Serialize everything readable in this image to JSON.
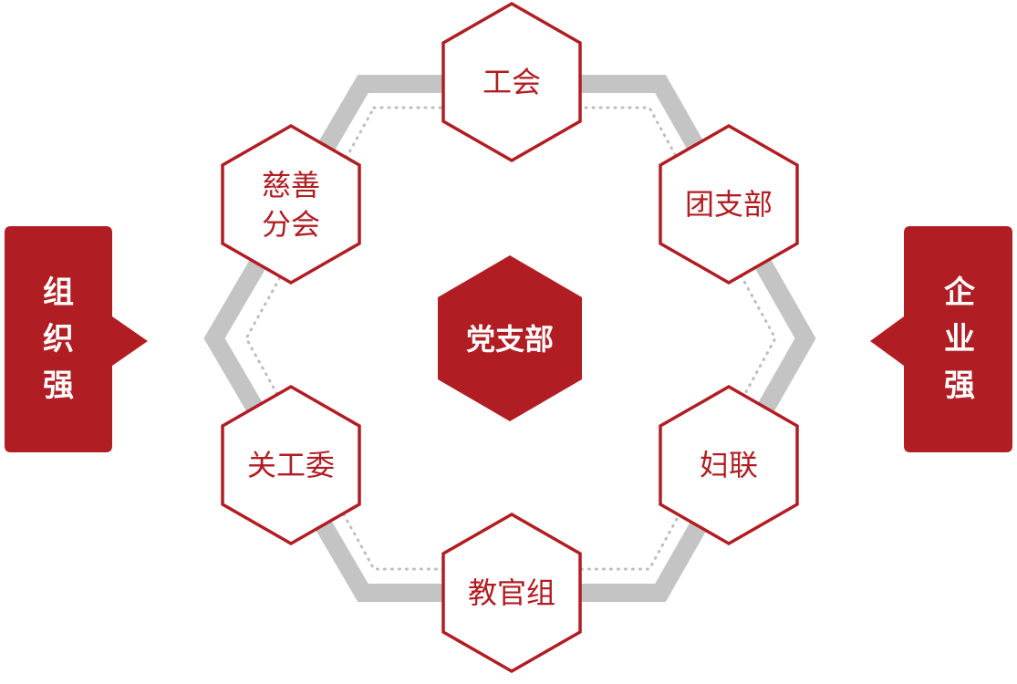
{
  "colors": {
    "accent": "#B01E23",
    "ring": "#C4C4C4",
    "dots": "#BDBDBD",
    "background": "#FFFFFF",
    "hex_fill": "#FFFFFF",
    "center_text": "#FFFFFF"
  },
  "left_callout": {
    "text": "组织强",
    "chars": [
      "组",
      "织",
      "强"
    ]
  },
  "right_callout": {
    "text": "企业强",
    "chars": [
      "企",
      "业",
      "强"
    ]
  },
  "center": {
    "label": "党支部"
  },
  "nodes": {
    "top": {
      "lines": [
        "工会"
      ]
    },
    "upper_right": {
      "lines": [
        "团支部"
      ]
    },
    "lower_right": {
      "lines": [
        "妇联"
      ]
    },
    "bottom": {
      "lines": [
        "教官组"
      ]
    },
    "lower_left": {
      "lines": [
        "关工委"
      ]
    },
    "upper_left": {
      "lines": [
        "慈善",
        "分会"
      ]
    }
  }
}
